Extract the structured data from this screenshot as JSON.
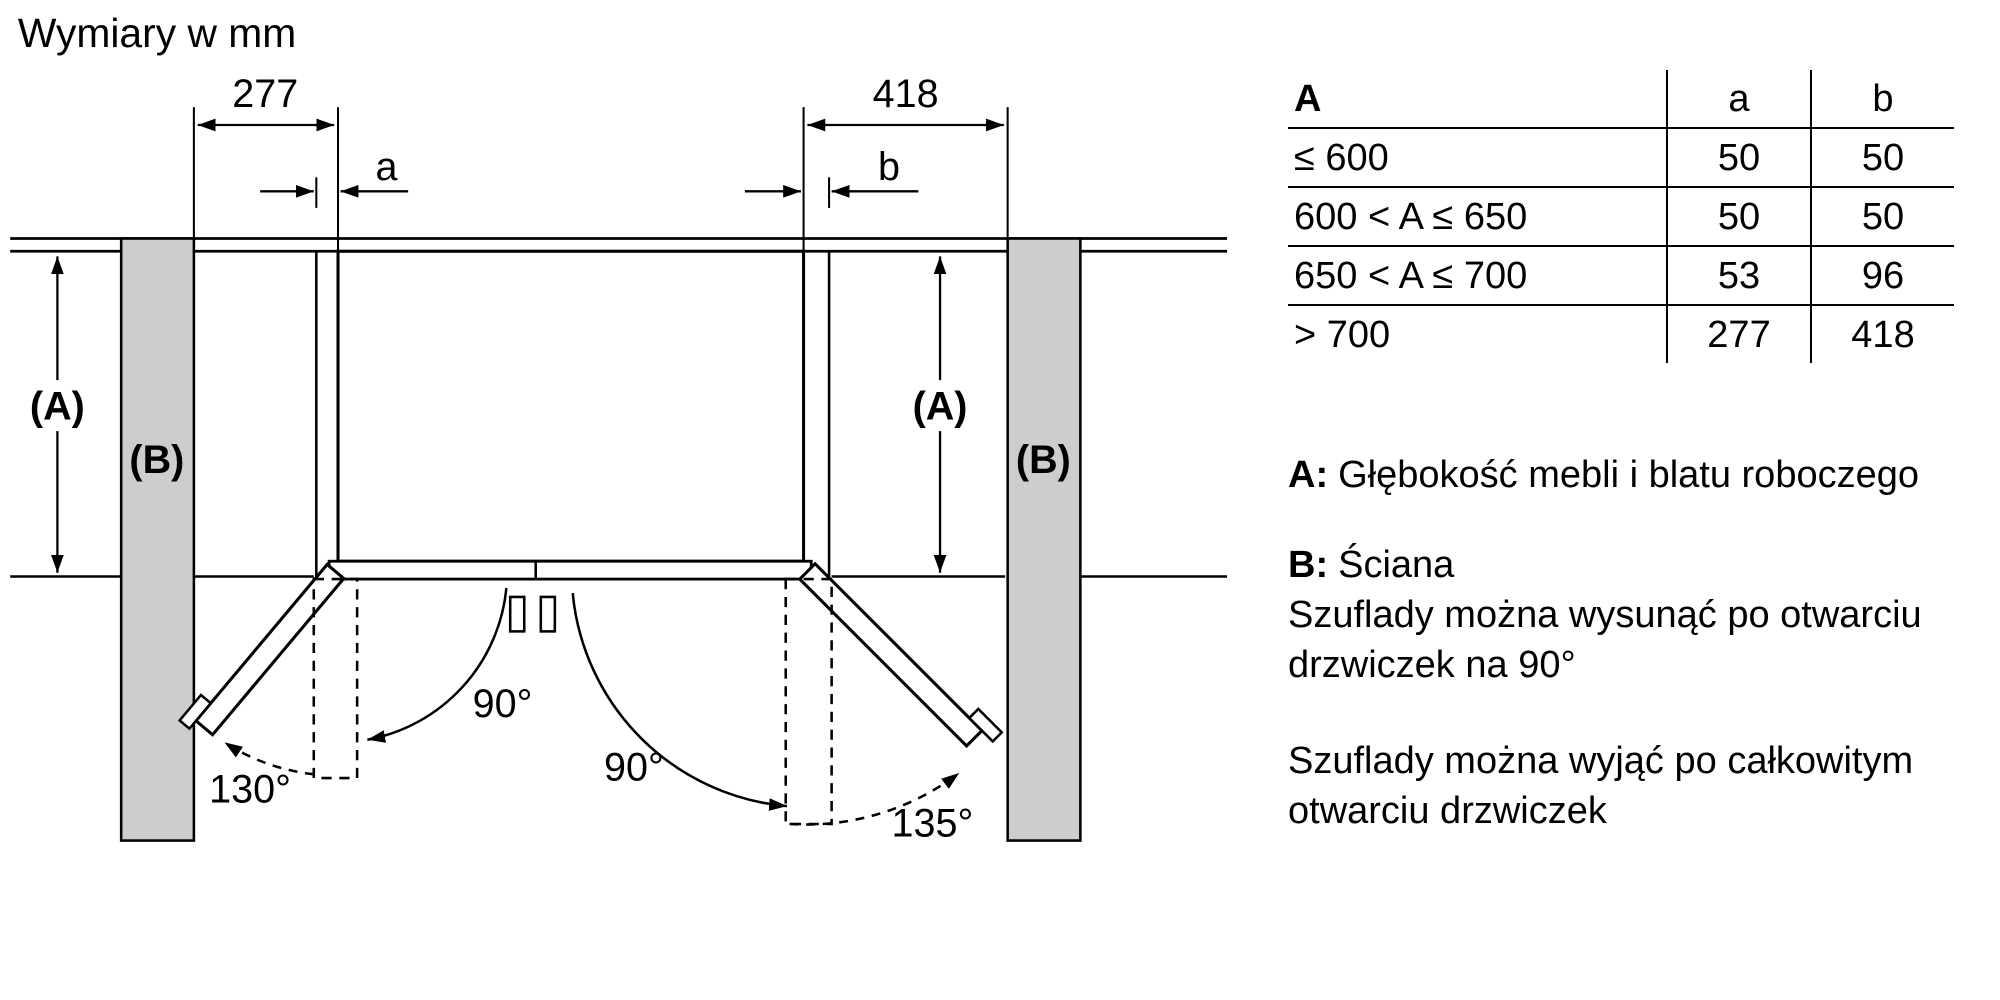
{
  "title": "Wymiary w mm",
  "diagram": {
    "dim_left": "277",
    "dim_right": "418",
    "gap_left": "a",
    "gap_right": "b",
    "depth_label_left": "(A)",
    "depth_label_right": "(A)",
    "wall_label_left": "(B)",
    "wall_label_right": "(B)",
    "angle_left_90": "90°",
    "angle_right_90": "90°",
    "angle_left_full": "130°",
    "angle_right_full": "135°"
  },
  "table": {
    "header": [
      "A",
      "a",
      "b"
    ],
    "rows": [
      [
        "≤ 600",
        "50",
        "50"
      ],
      [
        "600 < A ≤ 650",
        "50",
        "50"
      ],
      [
        "650 < A ≤ 700",
        "53",
        "96"
      ],
      [
        "> 700",
        "277",
        "418"
      ]
    ]
  },
  "legend": {
    "item_a_key": "A:",
    "item_a_text": "Głębokość mebli i blatu roboczego",
    "item_b_key": "B:",
    "item_b_text": "Ściana",
    "note_open": "Szuflady można wysunąć po otwarciu drzwiczek na 90°",
    "note_remove": "Szuflady można wyjąć po całkowitym otwarciu drzwiczek"
  }
}
